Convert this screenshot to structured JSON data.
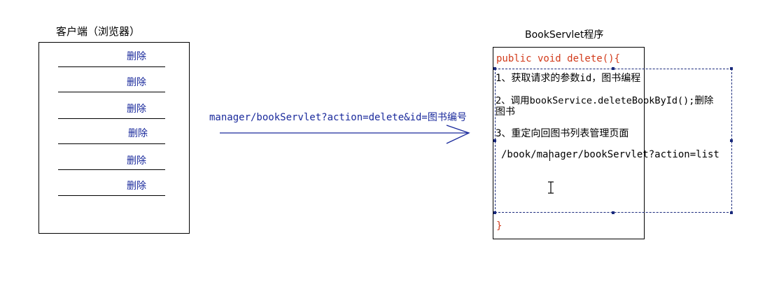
{
  "client": {
    "title": "客户端（浏览器）",
    "delete_links": [
      "删除",
      "删除",
      "删除",
      "删除",
      "删除",
      "删除"
    ]
  },
  "request": {
    "url": "manager/bookServlet?action=delete&id=图书编号"
  },
  "servlet": {
    "title": "BookServlet程序",
    "method_signature": "public void delete(){",
    "step1": "1、获取请求的参数id，图书编程",
    "step2_line1": "2、调用bookService.deleteBookById();删除",
    "step2_line2": "图书",
    "step3": "3、重定向回图书列表管理页面",
    "redirect_url": "/book/manager/bookServlet?action=list",
    "closing_brace": "}"
  },
  "colors": {
    "link_blue": "#1a2a9c",
    "code_red": "#d23a1a",
    "selection_blue": "#1a2a7c"
  },
  "icons": {
    "arrow": "right-arrow-icon",
    "cursor": "text-cursor-icon"
  }
}
